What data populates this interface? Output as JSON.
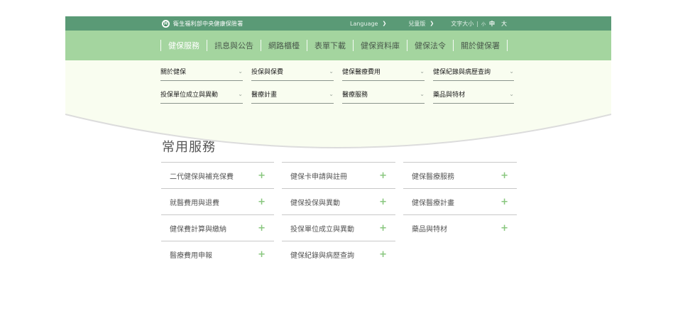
{
  "header": {
    "agency_name": "衛生福利部中央健康保險署",
    "language_label": "Language",
    "kids_label": "兒童版",
    "font_size_label": "文字大小",
    "font_size_small": "小",
    "font_size_medium": "中",
    "font_size_large": "大"
  },
  "nav": {
    "items": [
      {
        "label": "健保服務"
      },
      {
        "label": "訊息與公告"
      },
      {
        "label": "網路櫃檯"
      },
      {
        "label": "表單下載"
      },
      {
        "label": "健保資料庫"
      },
      {
        "label": "健保法令"
      },
      {
        "label": "關於健保署"
      }
    ]
  },
  "submenu": {
    "items": [
      {
        "label": "關於健保"
      },
      {
        "label": "投保與保費"
      },
      {
        "label": "健保醫療費用"
      },
      {
        "label": "健保紀錄與病歷查詢"
      },
      {
        "label": "投保單位成立與異動"
      },
      {
        "label": "醫療計畫"
      },
      {
        "label": "醫療服務"
      },
      {
        "label": "藥品與特材"
      }
    ]
  },
  "common_services": {
    "title": "常用服務",
    "items": [
      {
        "label": "二代健保與補充保費"
      },
      {
        "label": "健保卡申請與註冊"
      },
      {
        "label": "健保醫療服務"
      },
      {
        "label": "就醫費用與退費"
      },
      {
        "label": "健保投保與異動"
      },
      {
        "label": "健保醫療計畫"
      },
      {
        "label": "健保費計算與繳納"
      },
      {
        "label": "投保單位成立與異動"
      },
      {
        "label": "藥品與特材"
      },
      {
        "label": "醫療費用申報"
      },
      {
        "label": "健保紀錄與病歷查詢"
      }
    ]
  },
  "colors": {
    "topbar": "#5a9a76",
    "nav": "#a4d59f",
    "panel": "#f9fdf0",
    "plus": "#89c77f"
  }
}
